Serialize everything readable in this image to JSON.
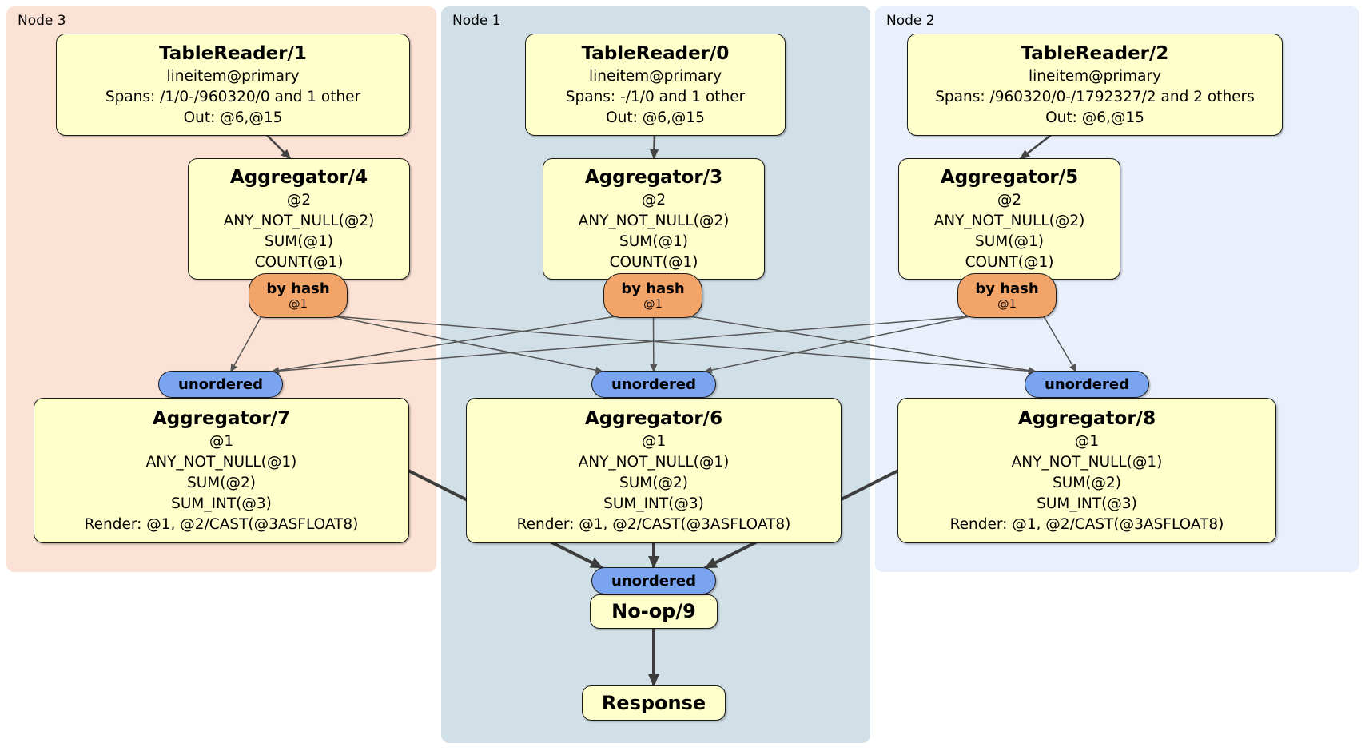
{
  "colors": {
    "box-fill": "#ffffcc",
    "box-border": "#1a1a1a",
    "router-fill": "#f3a469",
    "sync-fill": "#7aa4f0",
    "region-node3": "#fce2d5",
    "region-node1": "#d1dfe7",
    "region-node2": "#e9effb",
    "edge-thin": "#555555",
    "edge-thick": "#3d3d3d"
  },
  "regions": [
    {
      "label": "Node 3"
    },
    {
      "label": "Node 1"
    },
    {
      "label": "Node 2"
    }
  ],
  "processors": {
    "tr1": {
      "title": "TableReader/1",
      "lines": [
        "lineitem@primary",
        "Spans: /1/0-/960320/0 and 1 other",
        "Out: @6,@15"
      ]
    },
    "tr0": {
      "title": "TableReader/0",
      "lines": [
        "lineitem@primary",
        "Spans: -/1/0 and 1 other",
        "Out: @6,@15"
      ]
    },
    "tr2": {
      "title": "TableReader/2",
      "lines": [
        "lineitem@primary",
        "Spans: /960320/0-/1792327/2 and 2 others",
        "Out: @6,@15"
      ]
    },
    "agg4": {
      "title": "Aggregator/4",
      "lines": [
        "@2",
        "ANY_NOT_NULL(@2)",
        "SUM(@1)",
        "COUNT(@1)"
      ]
    },
    "agg3": {
      "title": "Aggregator/3",
      "lines": [
        "@2",
        "ANY_NOT_NULL(@2)",
        "SUM(@1)",
        "COUNT(@1)"
      ]
    },
    "agg5": {
      "title": "Aggregator/5",
      "lines": [
        "@2",
        "ANY_NOT_NULL(@2)",
        "SUM(@1)",
        "COUNT(@1)"
      ]
    },
    "agg7": {
      "title": "Aggregator/7",
      "lines": [
        "@1",
        "ANY_NOT_NULL(@1)",
        "SUM(@2)",
        "SUM_INT(@3)",
        "Render: @1, @2/CAST(@3ASFLOAT8)"
      ]
    },
    "agg6": {
      "title": "Aggregator/6",
      "lines": [
        "@1",
        "ANY_NOT_NULL(@1)",
        "SUM(@2)",
        "SUM_INT(@3)",
        "Render: @1, @2/CAST(@3ASFLOAT8)"
      ]
    },
    "agg8": {
      "title": "Aggregator/8",
      "lines": [
        "@1",
        "ANY_NOT_NULL(@1)",
        "SUM(@2)",
        "SUM_INT(@3)",
        "Render: @1, @2/CAST(@3ASFLOAT8)"
      ]
    },
    "noop": {
      "title": "No-op/9"
    },
    "response": {
      "title": "Response"
    }
  },
  "routers": {
    "r4": {
      "label": "by hash",
      "detail": "@1"
    },
    "r3": {
      "label": "by hash",
      "detail": "@1"
    },
    "r5": {
      "label": "by hash",
      "detail": "@1"
    }
  },
  "syncs": {
    "s7": {
      "label": "unordered"
    },
    "s6": {
      "label": "unordered"
    },
    "s8": {
      "label": "unordered"
    },
    "sf": {
      "label": "unordered"
    }
  },
  "edges": [
    {
      "from": "tablereader-1",
      "to": "aggregator-4",
      "w": 2.6
    },
    {
      "from": "tablereader-0",
      "to": "aggregator-3",
      "w": 2.6
    },
    {
      "from": "tablereader-2",
      "to": "aggregator-5",
      "w": 2.6
    },
    {
      "from": "router-4",
      "to": "sync-7",
      "w": 1.5
    },
    {
      "from": "router-4",
      "to": "sync-6",
      "w": 1.5
    },
    {
      "from": "router-4",
      "to": "sync-8",
      "w": 1.5
    },
    {
      "from": "router-3",
      "to": "sync-7",
      "w": 1.5
    },
    {
      "from": "router-3",
      "to": "sync-6",
      "w": 1.5
    },
    {
      "from": "router-3",
      "to": "sync-8",
      "w": 1.5
    },
    {
      "from": "router-5",
      "to": "sync-7",
      "w": 1.5
    },
    {
      "from": "router-5",
      "to": "sync-6",
      "w": 1.5
    },
    {
      "from": "router-5",
      "to": "sync-8",
      "w": 1.5
    },
    {
      "from": "aggregator-7",
      "to": "sync-final",
      "w": 4,
      "fromAnchor": "right"
    },
    {
      "from": "aggregator-6",
      "to": "sync-final",
      "w": 4
    },
    {
      "from": "aggregator-8",
      "to": "sync-final",
      "w": 4,
      "fromAnchor": "left"
    },
    {
      "from": "noop-9",
      "to": "response",
      "w": 4
    }
  ]
}
